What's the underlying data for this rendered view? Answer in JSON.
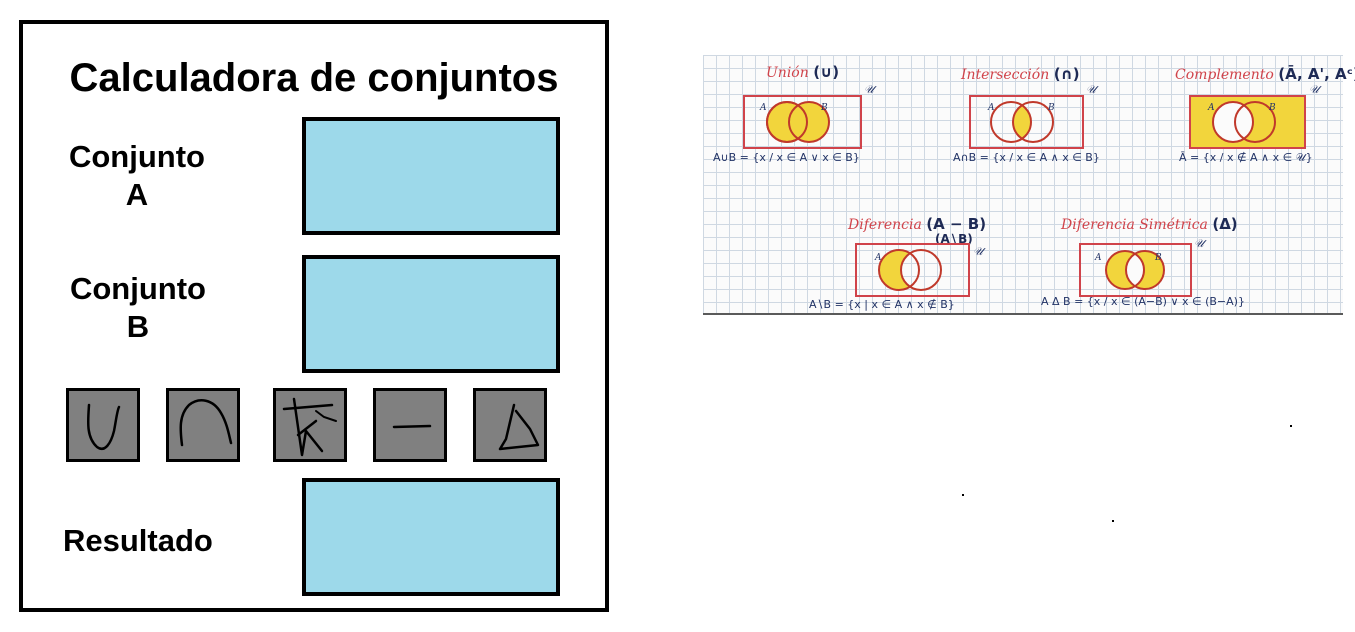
{
  "calculator": {
    "title": "Calculadora de conjuntos",
    "set_a": {
      "label_line1": "Conjunto",
      "label_line2": "A"
    },
    "set_b": {
      "label_line1": "Conjunto",
      "label_line2": "B"
    },
    "result": {
      "label": "Resultado"
    },
    "operations": [
      {
        "name": "union",
        "symbol": "∪"
      },
      {
        "name": "intersection",
        "symbol": "∩"
      },
      {
        "name": "complement",
        "symbol": "A̅"
      },
      {
        "name": "difference",
        "symbol": "−"
      },
      {
        "name": "symmetric-difference",
        "symbol": "Δ"
      }
    ],
    "colors": {
      "field": "#9dd9ea",
      "button": "#808080",
      "border": "#000000"
    }
  },
  "reference": {
    "union": {
      "title": "Unión",
      "symbol": "(∪)",
      "formula": "A∪B = {x / x ∈ A ∨ x ∈ B}"
    },
    "intersection": {
      "title": "Intersección",
      "symbol": "(∩)",
      "formula": "A∩B = {x / x ∈ A ∧ x ∈ B}"
    },
    "complement": {
      "title": "Complemento",
      "symbol": "(Ā, A', Aᶜ)",
      "formula": "Ā = {x / x ∉ A ∧ x ∈ 𝒰}"
    },
    "difference": {
      "title": "Diferencia",
      "symbol": "(A − B)",
      "symbol_alt": "(A∖B)",
      "formula": "A∖B = {x | x ∈ A ∧ x ∉ B}"
    },
    "symmetric": {
      "title": "Diferencia Simétrica",
      "symbol": "(Δ)",
      "formula": "A Δ B = {x / x ∈ (A−B) ∨ x ∈ (B−A)}"
    },
    "universe_mark": "𝒰",
    "set_a_mark": "A",
    "set_b_mark": "B",
    "colors": {
      "title": "#d0434a",
      "fill": "#f2d53c",
      "circle": "#c0392b",
      "ink": "#223366"
    }
  }
}
